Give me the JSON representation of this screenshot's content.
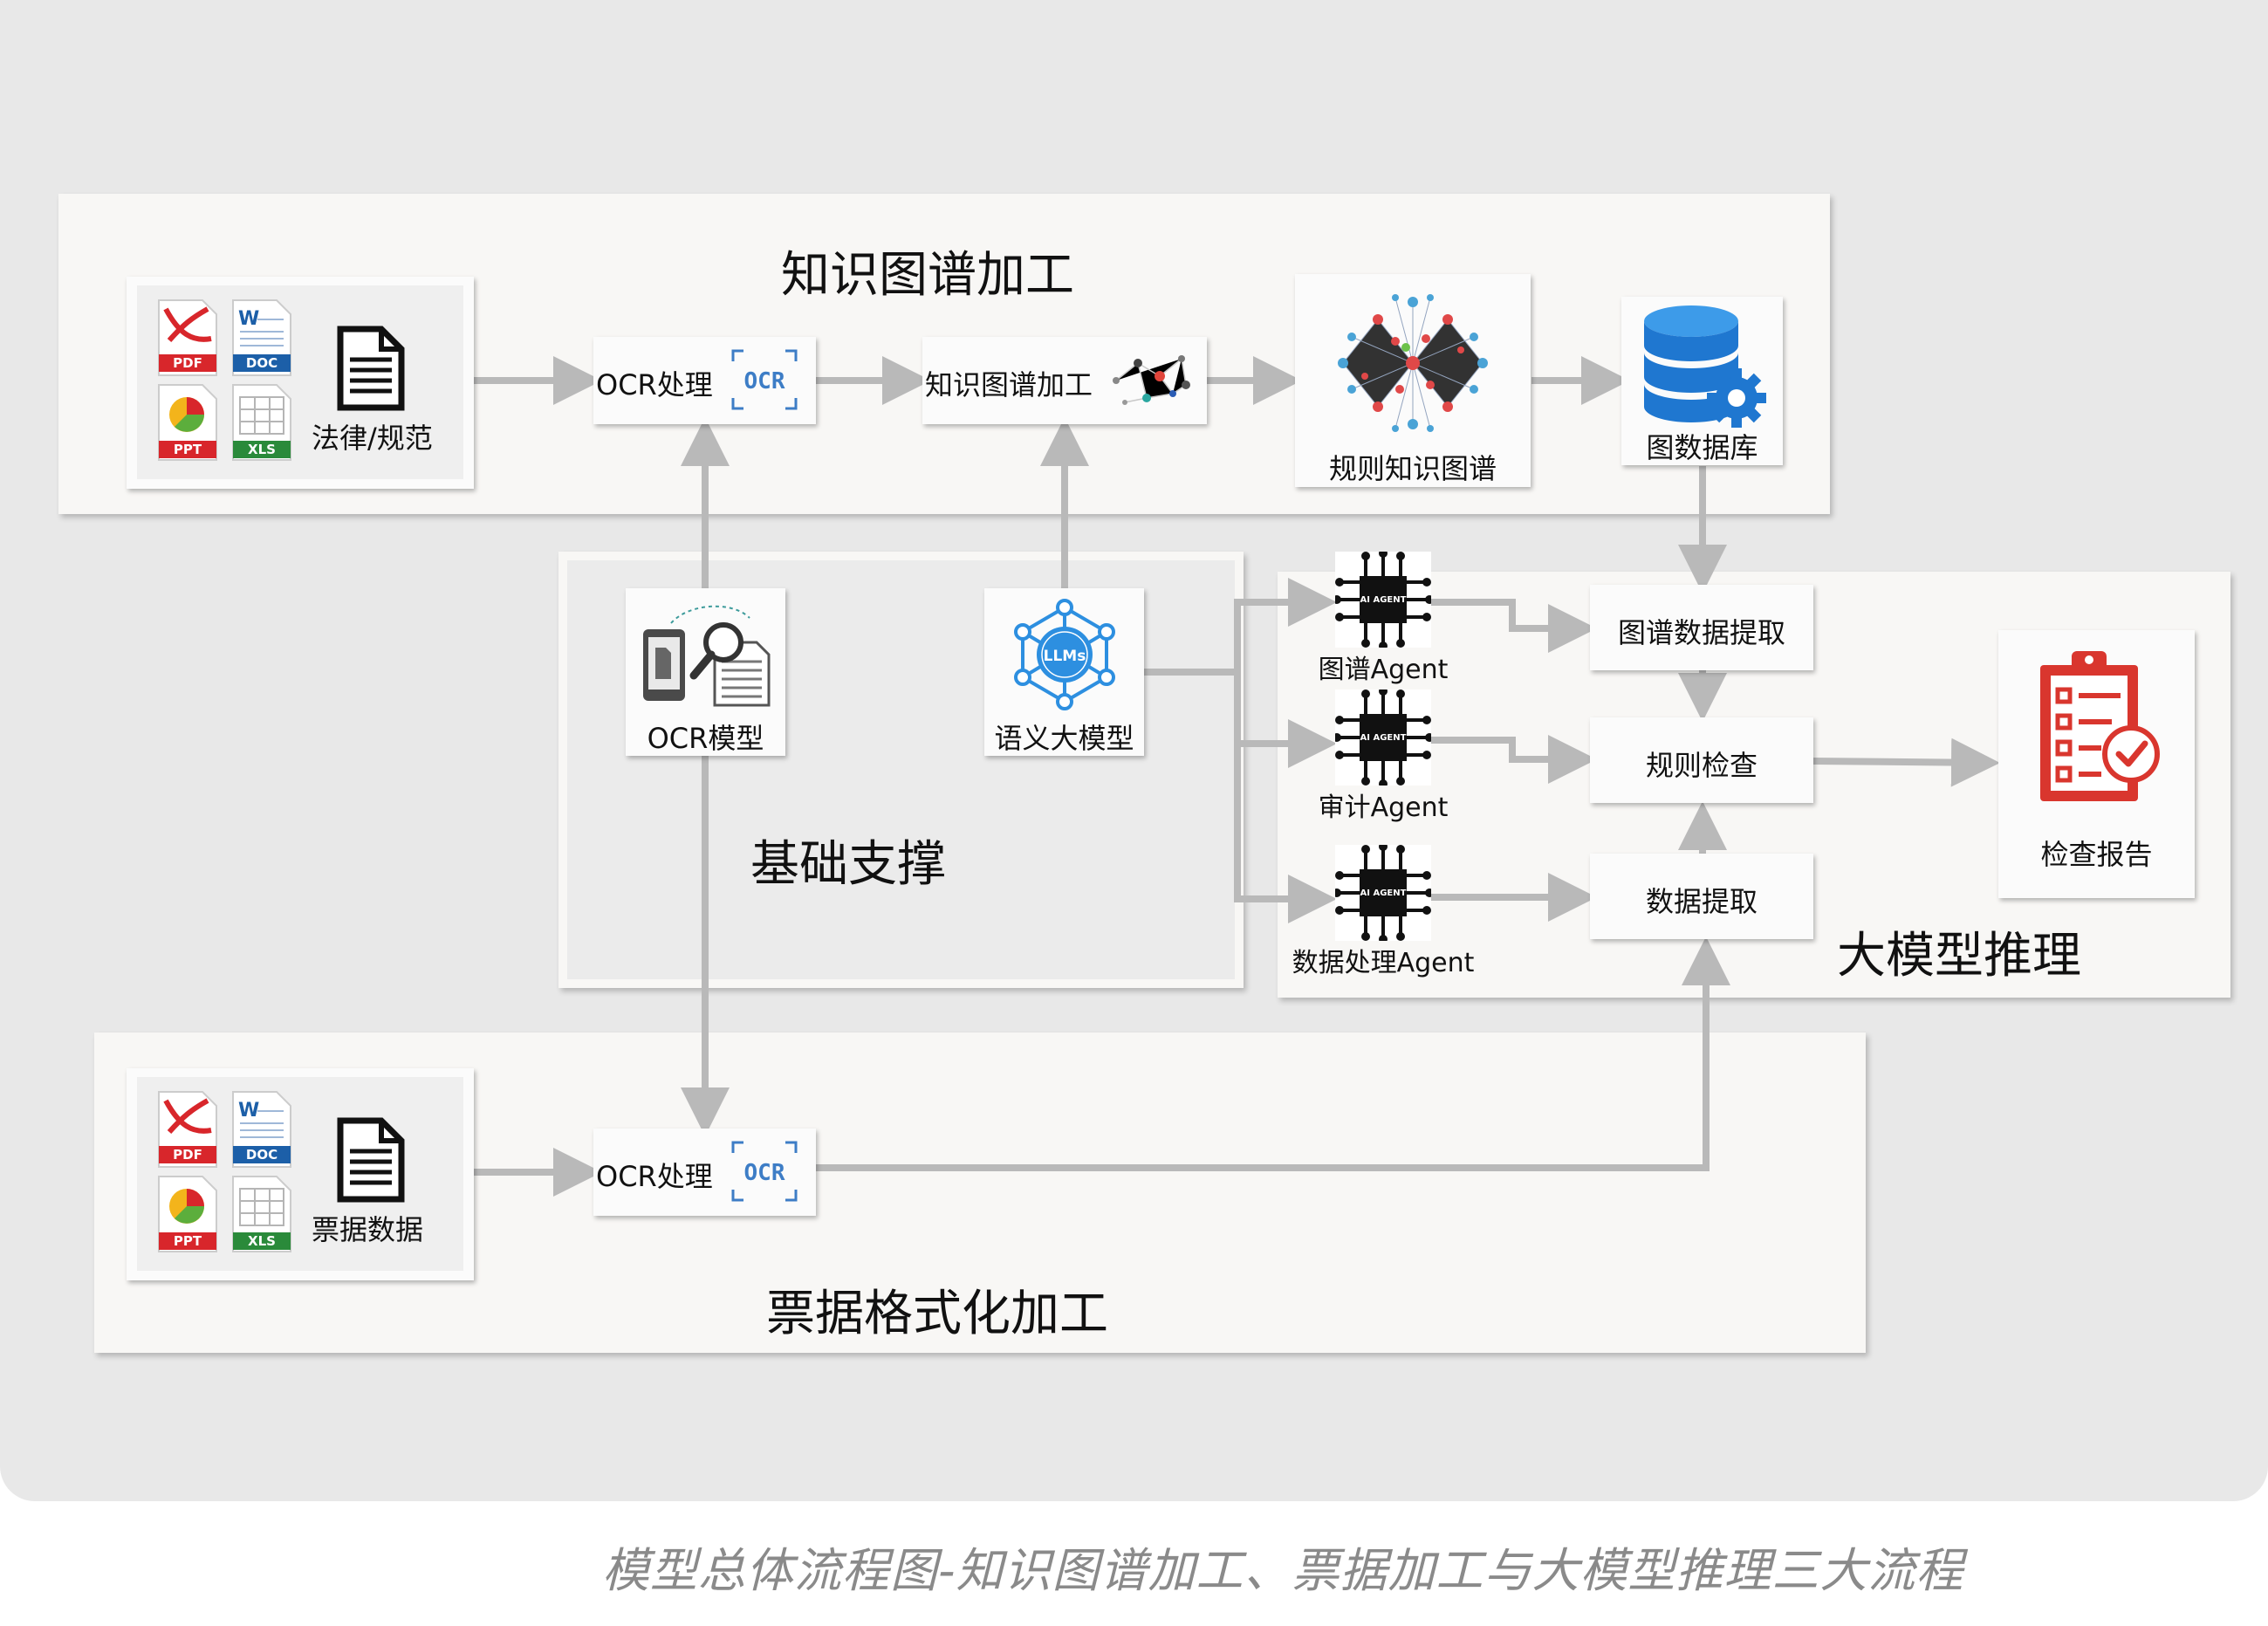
{
  "sections": {
    "kg_processing": "知识图谱加工",
    "foundation": "基础支撑",
    "llm_inference": "大模型推理",
    "invoice_processing": "票据格式化加工"
  },
  "nodes": {
    "law_docs": "法律/规范",
    "ocr_top": "OCR处理",
    "kg_build": "知识图谱加工",
    "rule_kg": "规则知识图谱",
    "graph_db": "图数据库",
    "ocr_model": "OCR模型",
    "semantic_llm": "语义大模型",
    "graph_agent": "图谱Agent",
    "audit_agent": "审计Agent",
    "data_agent": "数据处理Agent",
    "graph_extract": "图谱数据提取",
    "rule_check": "规则检查",
    "data_extract": "数据提取",
    "report": "检查报告",
    "invoice_docs": "票据数据",
    "ocr_bottom": "OCR处理"
  },
  "icon_text": {
    "ocr_badge": "OCR",
    "pdf": "PDF",
    "doc": "DOC",
    "ppt": "PPT",
    "xls": "XLS",
    "word_letter": "W",
    "llm_badge": "LLMs",
    "agent_chip": "AI AGENT"
  },
  "caption": "模型总体流程图-知识图谱加工、票据加工与大模型推理三大流程",
  "colors": {
    "arrow": "#b9b9b9",
    "pdf_red": "#d8262b",
    "doc_blue": "#1c5fa8",
    "ppt_red": "#d8262b",
    "xls_green": "#2a8a3a",
    "ocr_blue": "#3d7dc6",
    "db_blue": "#1f77d0",
    "report_red": "#d9362e",
    "llm_blue": "#2d8fe0"
  }
}
